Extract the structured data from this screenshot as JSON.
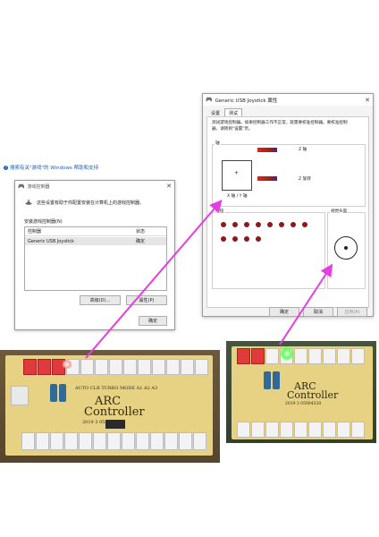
{
  "help_link": {
    "text": "搜索有关\"游戏\"的 Windows 帮助和支持"
  },
  "game_controllers_dialog": {
    "title": "游戏控制器",
    "description": "这些设置有助于你配置安装在计算机上的游戏控制器。",
    "installed_label": "安装游戏控制器(N)",
    "columns": [
      "控制器",
      "状态"
    ],
    "rows": [
      {
        "name": "Generic USB Joystick",
        "status": "确定"
      }
    ],
    "advanced_button": "高级(D)...",
    "properties_button": "属性(P)",
    "ok_button": "确定"
  },
  "properties_dialog": {
    "title": "Generic USB Joystick 属性",
    "tabs": [
      "设置",
      "测试"
    ],
    "active_tab": "测试",
    "description": "测试游戏控制器。如果控制器工作不正常，就需要校准控制器。要校准控制器，请转到\"设置\"页。",
    "axes_label": "轴",
    "xy_label": "X 轴 / Y 轴",
    "z_axis_label": "Z 轴",
    "z_rotation_label": "Z 旋转",
    "buttons_label": "按钮",
    "pov_label": "视觉头盔",
    "button_count": 12,
    "ok_button": "确定",
    "cancel_button": "取消",
    "apply_button": "应用(A)"
  },
  "board": {
    "brand_line1": "ARC",
    "brand_line2": "Controller",
    "labels": "AUTO  CLR  TURBO  MODE  A1  A2  A3",
    "date_code": "2019 3 05004328"
  },
  "colors": {
    "arrow": "#e43fe0",
    "bar_start": "#dd2222",
    "bar_end": "#5b1a7a",
    "pcb": "#e7d283"
  }
}
